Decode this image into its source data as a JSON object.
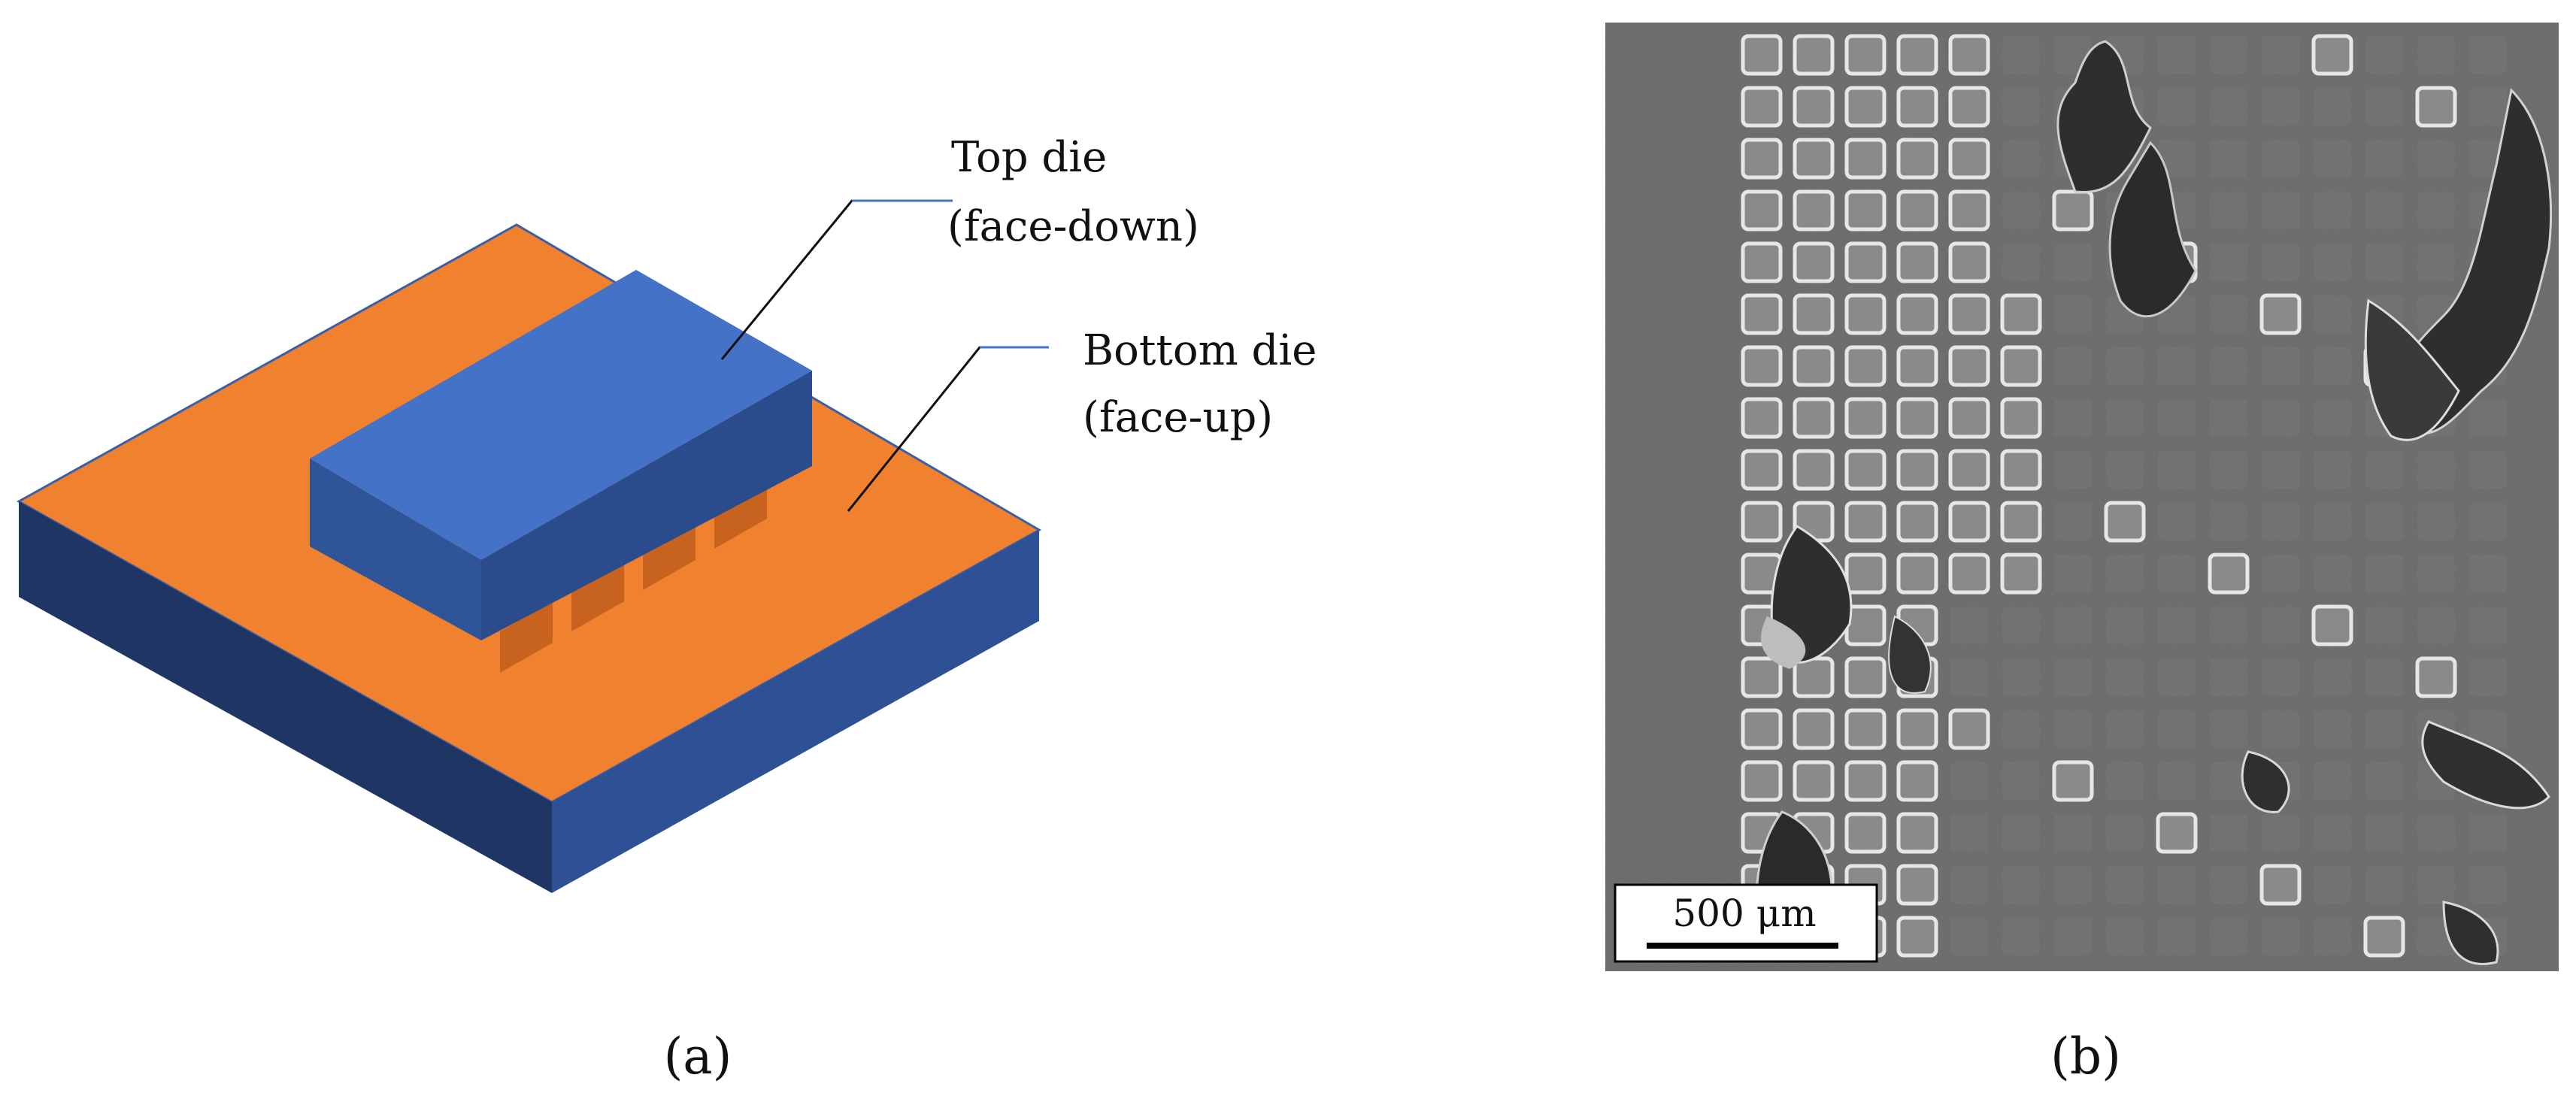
{
  "panel_a": {
    "caption": "(a)",
    "top_die_label": [
      "Top die",
      "(face-down)"
    ],
    "bottom_die_label": [
      "Bottom die",
      "(face-up)"
    ],
    "colors": {
      "bottom_top_face": "#F0812F",
      "bottom_front_face": "#1F3563",
      "bottom_right_face": "#2E5195",
      "top_die_top_face": "#4472C6",
      "top_die_front_face": "#2F5497",
      "top_die_side_face": "#1F3A6E",
      "bump": "#C8621F",
      "leader_line": "#4472C4"
    }
  },
  "panel_b": {
    "caption": "(b)",
    "scale_bar_label": "500 μm",
    "colors": {
      "background": "#636363",
      "pad_face": "#8A8A8A",
      "pad_edge": "#E6E6E6",
      "debris": "#2E2E2E"
    }
  }
}
